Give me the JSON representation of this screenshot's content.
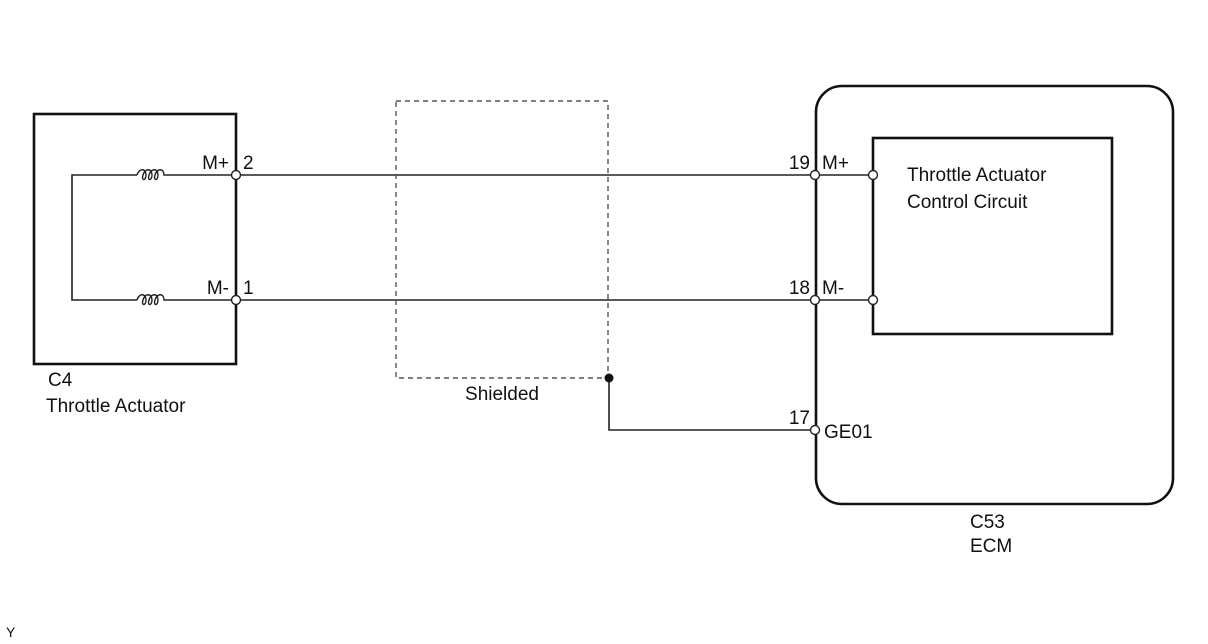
{
  "actuator": {
    "connector": "C4",
    "name": "Throttle Actuator",
    "pin_mplus_label": "M+",
    "pin_mplus_num": "2",
    "pin_mminus_label": "M-",
    "pin_mminus_num": "1"
  },
  "shield": {
    "label": "Shielded"
  },
  "ecm": {
    "connector": "C53",
    "name": "ECM",
    "pin_mplus_num": "19",
    "pin_mplus_label": "M+",
    "pin_mminus_num": "18",
    "pin_mminus_label": "M-",
    "pin_ground_num": "17",
    "pin_ground_label": "GE01",
    "circuit_line1": "Throttle Actuator",
    "circuit_line2": "Control Circuit"
  },
  "footer": {
    "code": "Y"
  }
}
